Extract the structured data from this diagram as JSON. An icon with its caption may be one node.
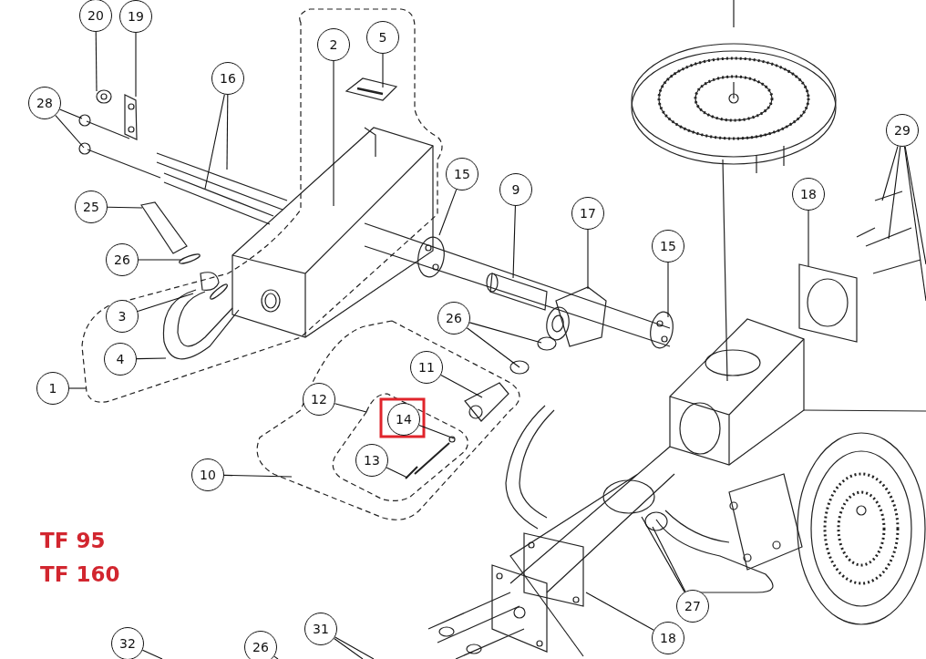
{
  "diagram": {
    "nodes": [
      {
        "text": [
          "20"
        ]
      },
      {
        "text": [
          "19"
        ]
      },
      {
        "text": [
          "28"
        ]
      },
      {
        "text": [
          "16"
        ]
      },
      {
        "text": [
          "2"
        ]
      },
      {
        "text": [
          "5"
        ]
      },
      {
        "text": [
          "25"
        ]
      },
      {
        "text": [
          "26"
        ]
      },
      {
        "text": [
          "15"
        ]
      },
      {
        "text": [
          "9"
        ]
      },
      {
        "text": [
          "17"
        ]
      },
      {
        "text": [
          "3"
        ]
      },
      {
        "text": [
          "4"
        ]
      },
      {
        "text": [
          "1"
        ]
      },
      {
        "text": [
          "26"
        ]
      },
      {
        "text": [
          "11"
        ]
      },
      {
        "text": [
          "12"
        ]
      },
      {
        "text": [
          "14"
        ]
      },
      {
        "text": [
          "13"
        ]
      },
      {
        "text": [
          "10"
        ]
      },
      {
        "text": [
          "29"
        ]
      },
      {
        "text": [
          "18"
        ]
      },
      {
        "text": [
          "15"
        ]
      },
      {
        "text": [
          "27"
        ]
      },
      {
        "text": [
          "18"
        ]
      },
      {
        "text": [
          "32"
        ]
      },
      {
        "text": [
          "26"
        ]
      },
      {
        "text": [
          "31"
        ]
      }
    ],
    "edges": [
      {
        "from": 0,
        "to": null,
        "arrow": "none"
      },
      {
        "from": 1,
        "to": null,
        "arrow": "none"
      },
      {
        "from": 2,
        "to": null,
        "arrow": "none"
      },
      {
        "from": 2,
        "to": null,
        "arrow": "none"
      },
      {
        "from": 3,
        "to": null,
        "arrow": "none"
      },
      {
        "from": 3,
        "to": null,
        "arrow": "none"
      },
      {
        "from": 4,
        "to": null,
        "arrow": "none"
      },
      {
        "from": 5,
        "to": null,
        "arrow": "none"
      },
      {
        "from": 6,
        "to": null,
        "arrow": "none"
      },
      {
        "from": 7,
        "to": null,
        "arrow": "none"
      },
      {
        "from": 8,
        "to": null,
        "arrow": "none"
      },
      {
        "from": 9,
        "to": null,
        "arrow": "none"
      },
      {
        "from": 10,
        "to": null,
        "arrow": "none"
      },
      {
        "from": 11,
        "to": null,
        "arrow": "none"
      },
      {
        "from": 12,
        "to": null,
        "arrow": "none"
      },
      {
        "from": 13,
        "to": null,
        "arrow": "none"
      },
      {
        "from": 14,
        "to": null,
        "arrow": "none"
      },
      {
        "from": 14,
        "to": null,
        "arrow": "none"
      },
      {
        "from": 15,
        "to": null,
        "arrow": "none"
      },
      {
        "from": 16,
        "to": null,
        "arrow": "none"
      },
      {
        "from": 17,
        "to": null,
        "arrow": "none"
      },
      {
        "from": 18,
        "to": null,
        "arrow": "none"
      },
      {
        "from": 19,
        "to": null,
        "arrow": "none"
      },
      {
        "from": 20,
        "to": null,
        "arrow": "none"
      },
      {
        "from": 20,
        "to": null,
        "arrow": "none"
      },
      {
        "from": 20,
        "to": null,
        "arrow": "none"
      },
      {
        "from": 20,
        "to": null,
        "arrow": "none"
      },
      {
        "from": 21,
        "to": null,
        "arrow": "none"
      },
      {
        "from": 22,
        "to": null,
        "arrow": "none"
      },
      {
        "from": 23,
        "to": null,
        "arrow": "none"
      },
      {
        "from": 23,
        "to": null,
        "arrow": "none"
      },
      {
        "from": 24,
        "to": null,
        "arrow": "none"
      },
      {
        "from": 25,
        "to": null,
        "arrow": "none"
      },
      {
        "from": 26,
        "to": null,
        "arrow": "none"
      },
      {
        "from": 27,
        "to": null,
        "arrow": "none"
      },
      {
        "from": 27,
        "to": null,
        "arrow": "none"
      }
    ],
    "labels": [
      "TF 95",
      "TF 160"
    ]
  }
}
